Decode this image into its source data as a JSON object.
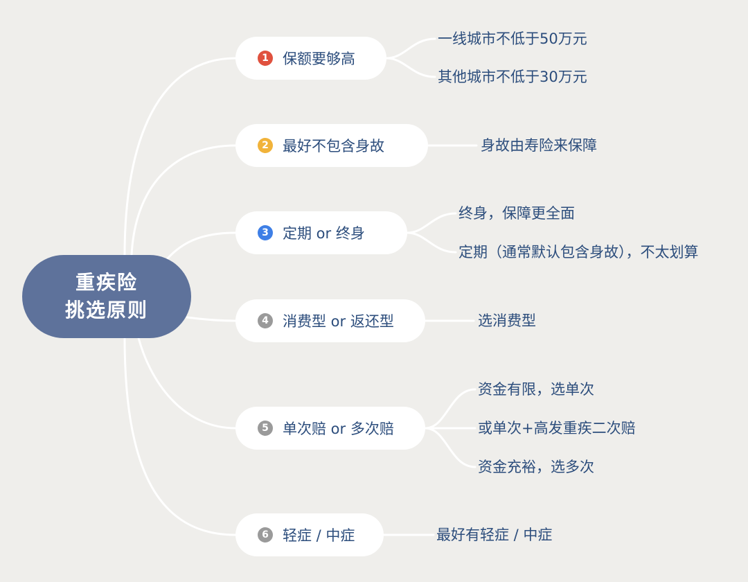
{
  "root": {
    "line1": "重疾险",
    "line2": "挑选原则"
  },
  "colors": {
    "background": "#efeeeb",
    "root_fill": "#5e729b",
    "node_fill": "#ffffff",
    "text": "#2c4d7c",
    "connector": "#ffffff",
    "badge_1": "#e0513e",
    "badge_2": "#f1b33a",
    "badge_3": "#3e7fe6",
    "badge_other": "#9a9a9a"
  },
  "branches": [
    {
      "num": "1",
      "label": "保额要够高",
      "leaves": [
        "一线城市不低于50万元",
        "其他城市不低于30万元"
      ]
    },
    {
      "num": "2",
      "label": "最好不包含身故",
      "leaves": [
        "身故由寿险来保障"
      ]
    },
    {
      "num": "3",
      "label": "定期 or 终身",
      "leaves": [
        "终身，保障更全面",
        "定期（通常默认包含身故），不太划算"
      ]
    },
    {
      "num": "4",
      "label": "消费型 or 返还型",
      "leaves": [
        "选消费型"
      ]
    },
    {
      "num": "5",
      "label": "单次赔 or 多次赔",
      "leaves": [
        "资金有限，选单次",
        "或单次+高发重疾二次赔",
        "资金充裕，选多次"
      ]
    },
    {
      "num": "6",
      "label": "轻症 / 中症",
      "leaves": [
        "最好有轻症 / 中症"
      ]
    }
  ]
}
